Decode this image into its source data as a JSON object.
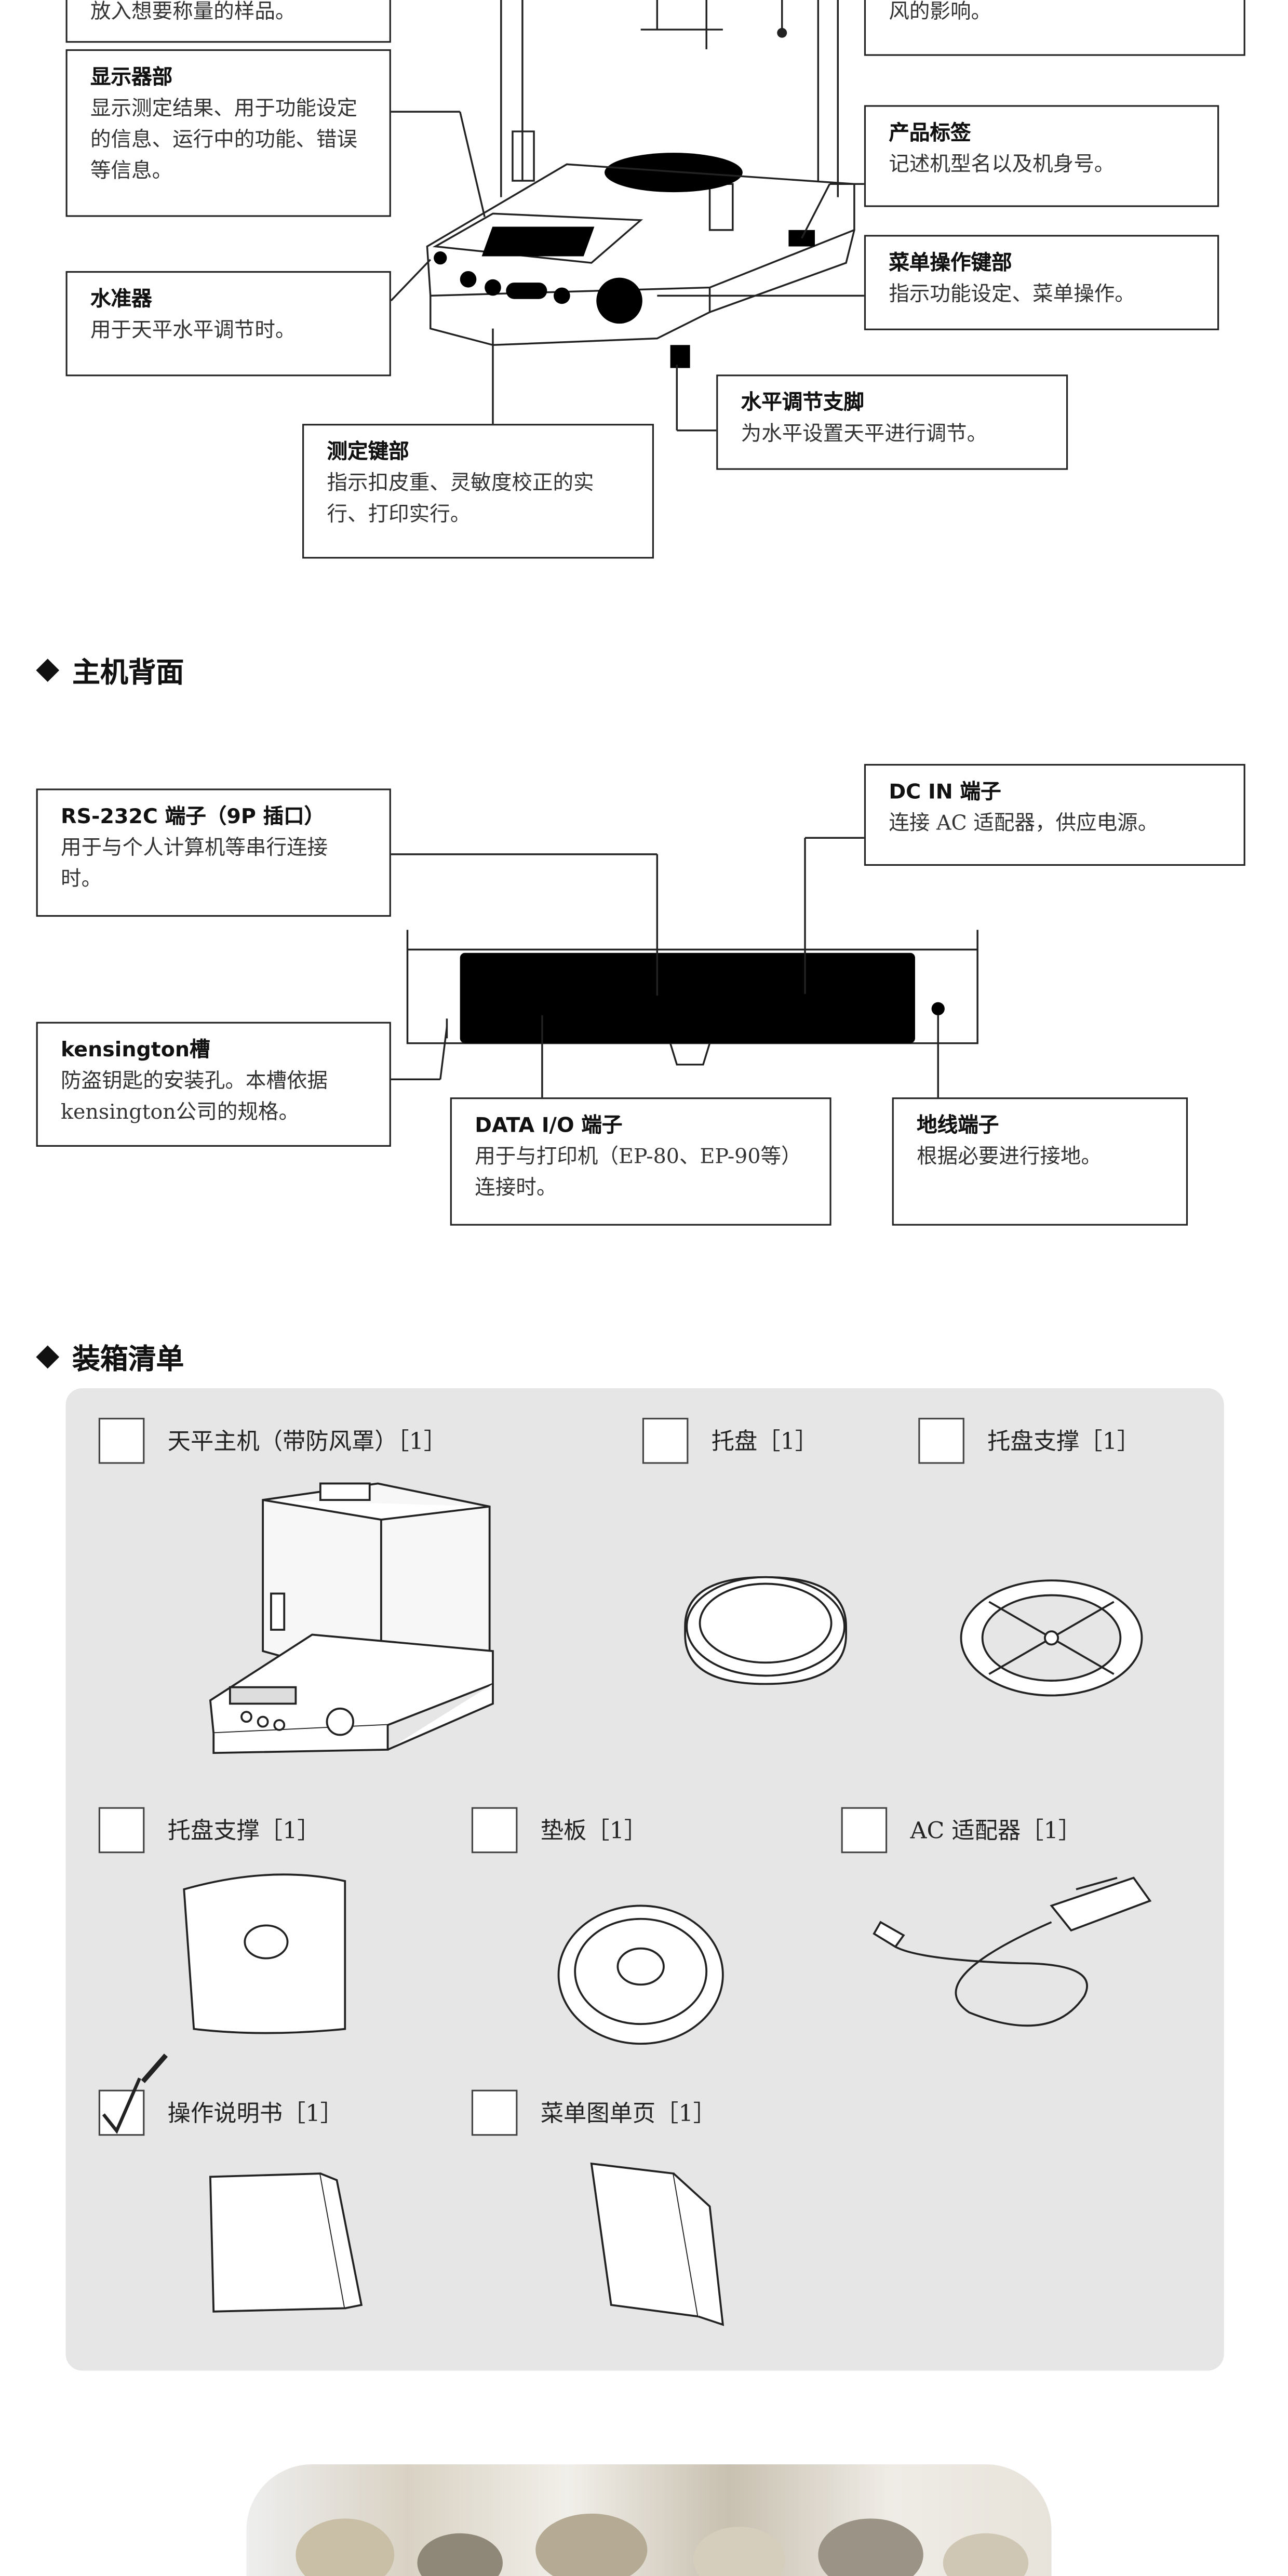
{
  "front_callouts": {
    "top_left_partial": "放入想要称量的样品。",
    "top_right_partial": "风的影响。",
    "display": {
      "title": "显示器部",
      "desc": "显示测定结果、用于功能设定的信息、运行中的功能、错误等信息。"
    },
    "product_label": {
      "title": "产品标签",
      "desc": "记述机型名以及机身号。"
    },
    "level": {
      "title": "水准器",
      "desc": "用于天平水平调节时。"
    },
    "menu_keys": {
      "title": "菜单操作键部",
      "desc": "指示功能设定、菜单操作。"
    },
    "leveling_feet": {
      "title": "水平调节支脚",
      "desc": "为水平设置天平进行调节。"
    },
    "measure_keys": {
      "title": "测定键部",
      "desc": "指示扣皮重、灵敏度校正的实行、打印实行。"
    }
  },
  "rear_section": {
    "heading": "主机背面",
    "rs232c": {
      "title": "RS-232C 端子（9P 插口）",
      "desc": "用于与个人计算机等串行连接时。"
    },
    "dc_in": {
      "title": "DC IN 端子",
      "desc": "连接 AC 适配器，供应电源。"
    },
    "kensington": {
      "title": "kensington槽",
      "desc": "防盗钥匙的安装孔。本槽依据kensington公司的规格。"
    },
    "data_io": {
      "title": "DATA I/O 端子",
      "desc": "用于与打印机（EP-80、EP-90等）连接时。"
    },
    "ground": {
      "title": "地线端子",
      "desc": "根据必要进行接地。"
    }
  },
  "packing_section": {
    "heading": "装箱清单",
    "items": [
      {
        "label": "天平主机（带防风罩）［1］",
        "checked": false,
        "icon": "balance-icon"
      },
      {
        "label": "托盘［1］",
        "checked": false,
        "icon": "pan-icon"
      },
      {
        "label": "托盘支撑［1］",
        "checked": false,
        "icon": "pan-support-icon"
      },
      {
        "label": "托盘支撑［1］",
        "checked": false,
        "icon": "support-plate-icon"
      },
      {
        "label": "垫板［1］",
        "checked": false,
        "icon": "base-plate-icon"
      },
      {
        "label": "AC 适配器［1］",
        "checked": false,
        "icon": "ac-adapter-icon"
      },
      {
        "label": "操作说明书［1］",
        "checked": true,
        "icon": "manual-icon"
      },
      {
        "label": "菜单图单页［1］",
        "checked": false,
        "icon": "menu-sheet-icon"
      }
    ]
  }
}
